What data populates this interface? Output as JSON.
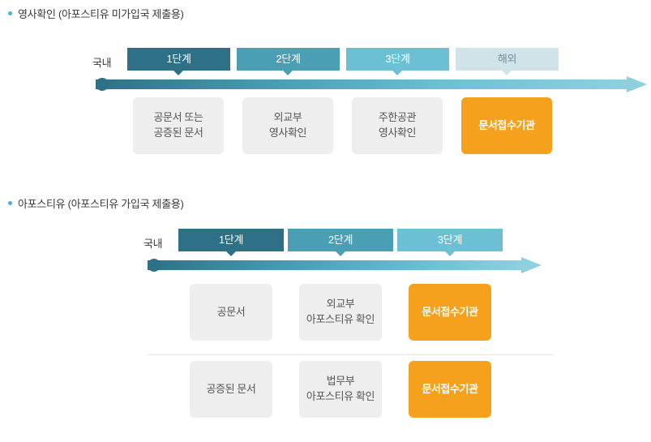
{
  "colors": {
    "stage1": "#2e7186",
    "stage2": "#4a9fb5",
    "stage3": "#6cc0d4",
    "stage4": "#cfe3e9",
    "orange": "#f5a11d",
    "grey_box": "#eeeeee",
    "bullet": "#4ab3d1"
  },
  "sections": [
    {
      "title": "영사확인 (아포스티유 미가입국 제출용)",
      "domestic_label": "국내",
      "stages": [
        {
          "label": "1단계"
        },
        {
          "label": "2단계"
        },
        {
          "label": "3단계"
        },
        {
          "label": "해외"
        }
      ],
      "boxes": [
        {
          "label": "공문서 또는\n공증된 문서",
          "style": "grey"
        },
        {
          "label": "외교부\n영사확인",
          "style": "grey"
        },
        {
          "label": "주한공관\n영사확인",
          "style": "grey"
        },
        {
          "label": "문서접수기관",
          "style": "orange"
        }
      ]
    },
    {
      "title": "아포스티유 (아포스티유 가입국 제출용)",
      "domestic_label": "국내",
      "stages": [
        {
          "label": "1단계"
        },
        {
          "label": "2단계"
        },
        {
          "label": "3단계"
        }
      ],
      "rows": [
        [
          {
            "label": "공문서",
            "style": "grey"
          },
          {
            "label": "외교부\n아포스티유 확인",
            "style": "grey"
          },
          {
            "label": "문서접수기관",
            "style": "orange"
          }
        ],
        [
          {
            "label": "공증된 문서",
            "style": "grey"
          },
          {
            "label": "법무부\n아포스티유 확인",
            "style": "grey"
          },
          {
            "label": "문서접수기관",
            "style": "orange"
          }
        ]
      ]
    }
  ]
}
